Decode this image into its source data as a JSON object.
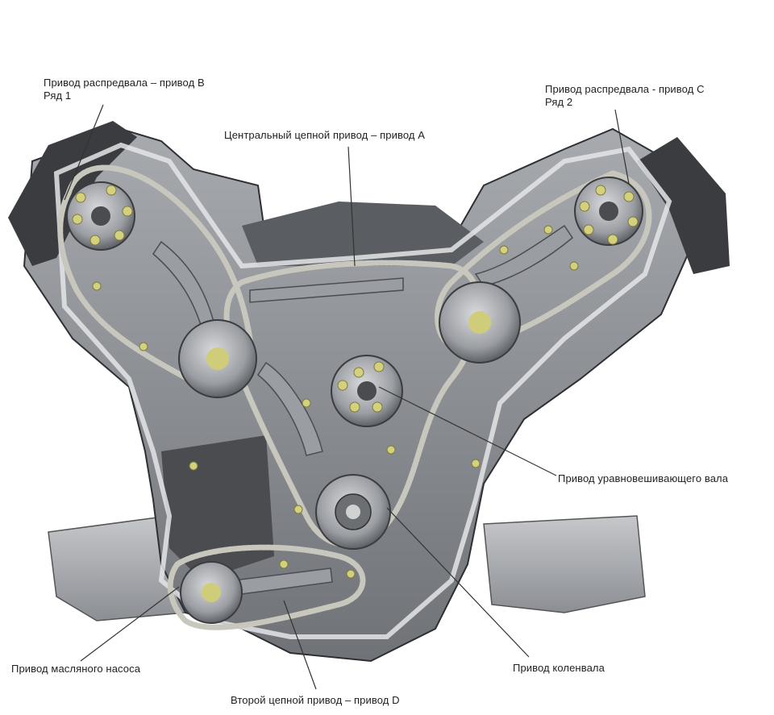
{
  "labels": {
    "drive_b_line1": "Привод распредвала – привод B",
    "drive_b_line2": "Ряд 1",
    "drive_c_line1": "Привод распредвала - привод C",
    "drive_c_line2": "Ряд 2",
    "drive_a": "Центральный цепной привод – привод A",
    "balance_shaft": "Привод уравновешивающего вала",
    "oil_pump": "Привод масляного насоса",
    "crankshaft": "Привод коленвала",
    "drive_d": "Второй цепной привод – привод D"
  },
  "colors": {
    "background": "#ffffff",
    "engine_metal": "#8e9196",
    "engine_dark": "#3c3e42",
    "engine_light": "#c9cbce",
    "chain": "#b8b8b0",
    "bolt": "#cfcc7a",
    "leader_line": "#333333"
  }
}
